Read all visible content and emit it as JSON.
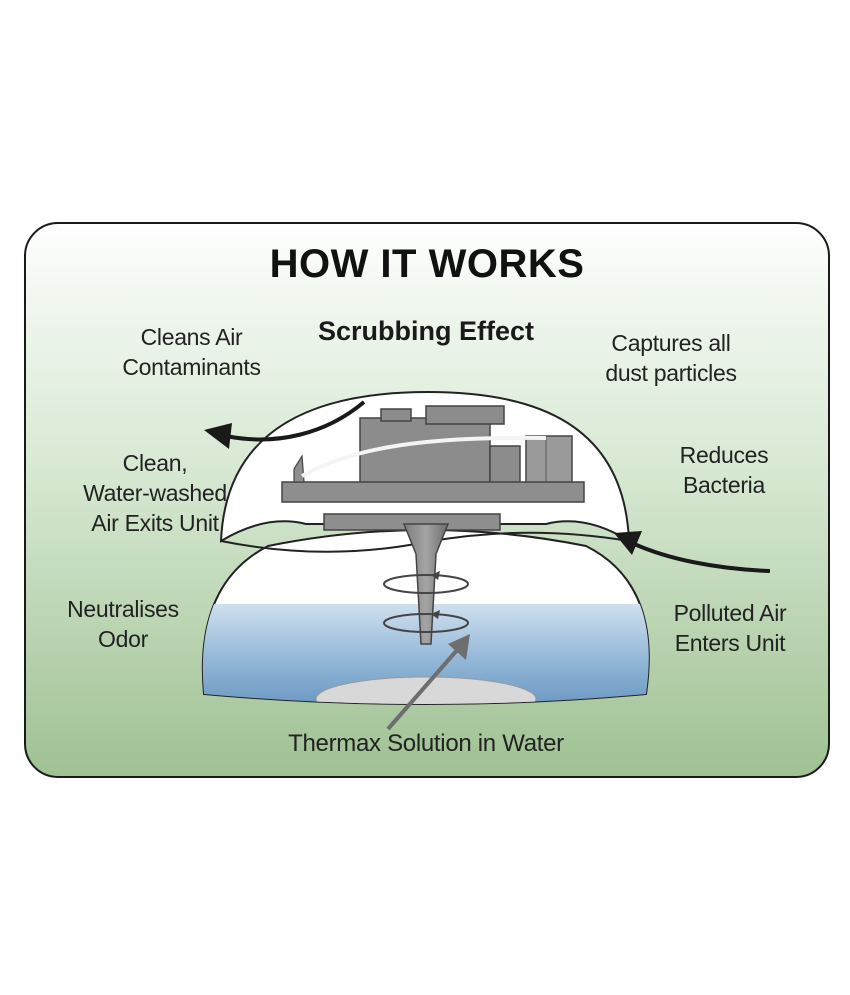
{
  "title": "HOW IT WORKS",
  "subtitle": "Scrubbing Effect",
  "labels": {
    "cleans_air": "Cleans Air\nContaminants",
    "captures_dust": "Captures all\ndust particles",
    "clean_air_exits": "Clean,\nWater-washed\nAir Exits Unit",
    "reduces_bacteria": "Reduces\nBacteria",
    "neutralises_odor": "Neutralises\nOdor",
    "polluted_air": "Polluted Air\nEnters Unit",
    "solution": "Thermax Solution in Water"
  },
  "colors": {
    "card_border": "#1a1a1a",
    "background_top": "#ffffff",
    "background_bottom": "#9fc193",
    "water": "#8fb4d6",
    "machine": "#8c8c8c",
    "arrow_dark": "#1a1a1a",
    "arrow_gray": "#6e6e6e"
  }
}
